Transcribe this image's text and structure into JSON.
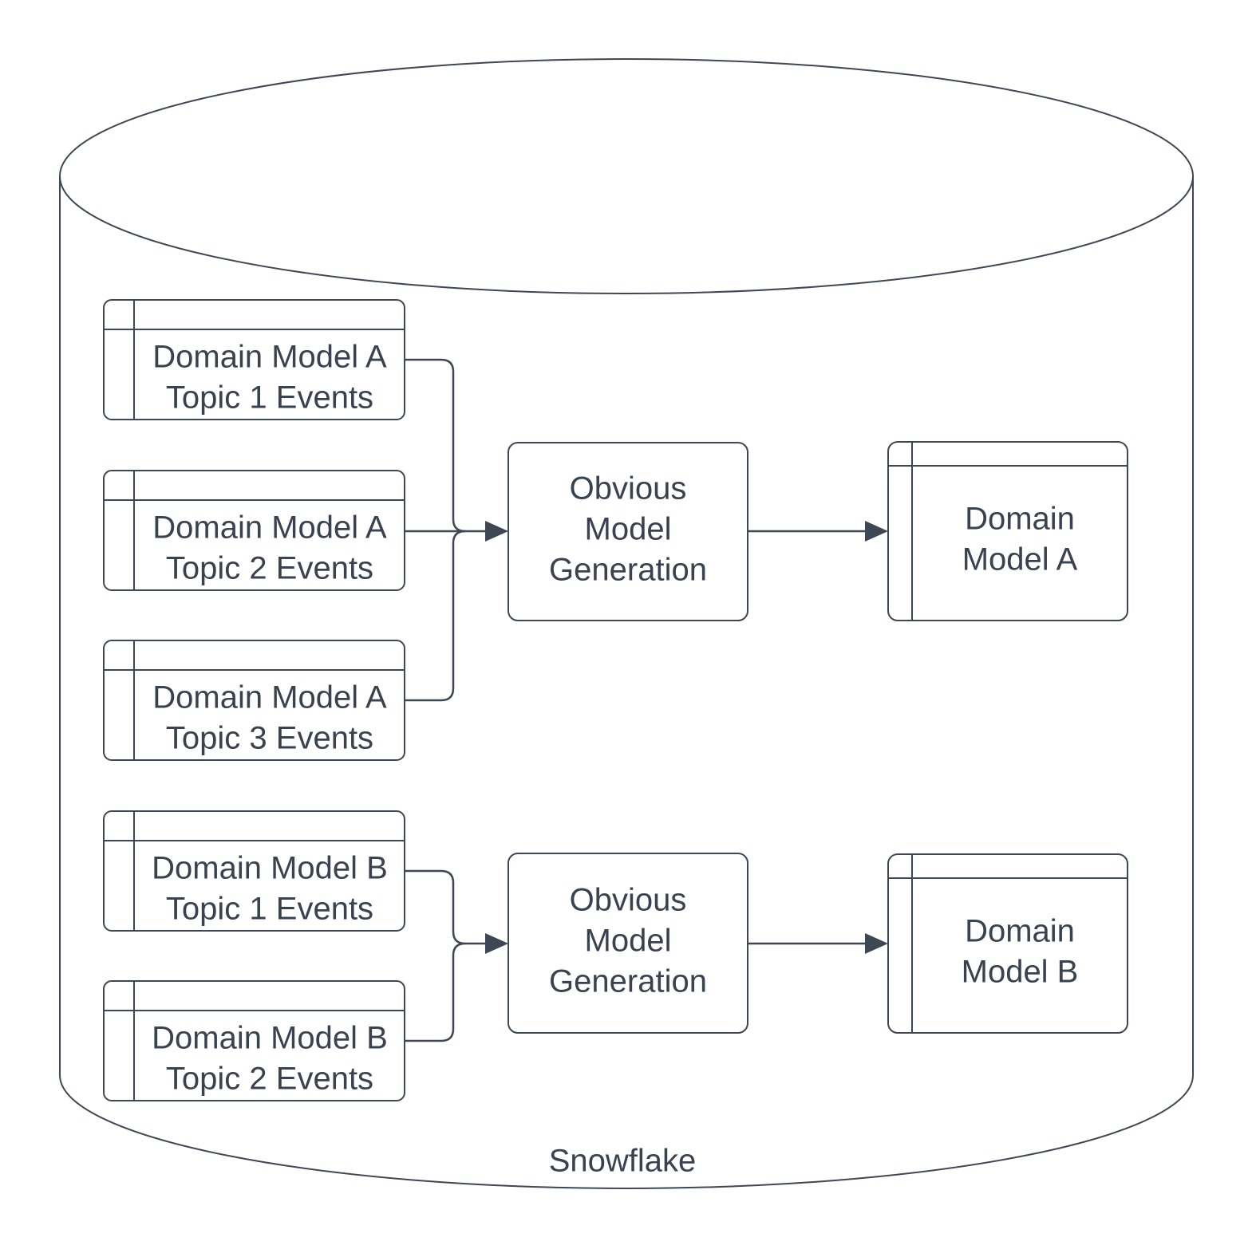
{
  "diagram": {
    "container_label": "Snowflake",
    "colors": {
      "stroke": "#3e4754",
      "text": "#39424e",
      "background": "#ffffff"
    },
    "group_a": {
      "sources": [
        {
          "line1": "Domain Model A",
          "line2": "Topic 1 Events"
        },
        {
          "line1": "Domain Model A",
          "line2": "Topic 2 Events"
        },
        {
          "line1": "Domain Model A",
          "line2": "Topic 3 Events"
        }
      ],
      "process": {
        "line1": "Obvious",
        "line2": "Model",
        "line3": "Generation"
      },
      "output": {
        "line1": "Domain",
        "line2": "Model A"
      }
    },
    "group_b": {
      "sources": [
        {
          "line1": "Domain Model B",
          "line2": "Topic 1 Events"
        },
        {
          "line1": "Domain Model B",
          "line2": "Topic 2 Events"
        }
      ],
      "process": {
        "line1": "Obvious",
        "line2": "Model",
        "line3": "Generation"
      },
      "output": {
        "line1": "Domain",
        "line2": "Model B"
      }
    }
  }
}
